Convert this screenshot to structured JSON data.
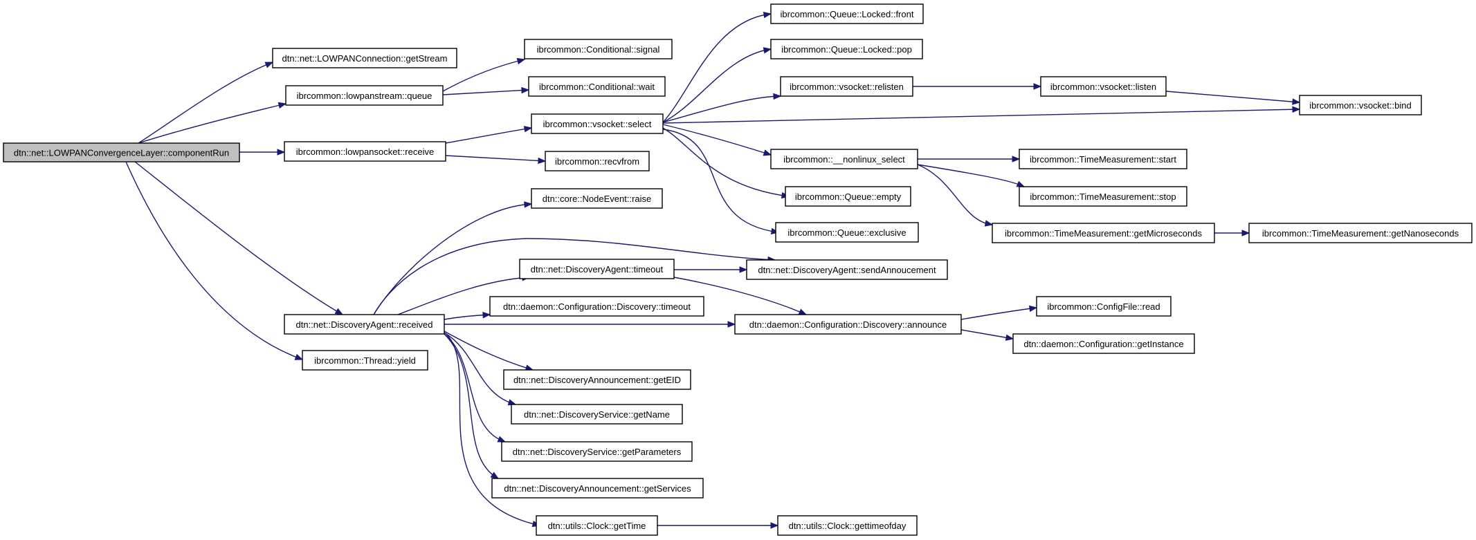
{
  "nodes": [
    {
      "id": "componentRun",
      "label": "dtn::net::LOWPANConvergenceLayer::componentRun",
      "root": true
    },
    {
      "id": "getStream",
      "label": "dtn::net::LOWPANConnection::getStream"
    },
    {
      "id": "queue",
      "label": "ibrcommon::lowpanstream::queue"
    },
    {
      "id": "receive",
      "label": "ibrcommon::lowpansocket::receive"
    },
    {
      "id": "received",
      "label": "dtn::net::DiscoveryAgent::received"
    },
    {
      "id": "yield",
      "label": "ibrcommon::Thread::yield"
    },
    {
      "id": "cond_signal",
      "label": "ibrcommon::Conditional::signal"
    },
    {
      "id": "cond_wait",
      "label": "ibrcommon::Conditional::wait"
    },
    {
      "id": "select",
      "label": "ibrcommon::vsocket::select"
    },
    {
      "id": "recvfrom",
      "label": "ibrcommon::recvfrom"
    },
    {
      "id": "raise",
      "label": "dtn::core::NodeEvent::raise"
    },
    {
      "id": "da_timeout",
      "label": "dtn::net::DiscoveryAgent::timeout"
    },
    {
      "id": "cfg_timeout",
      "label": "dtn::daemon::Configuration::Discovery::timeout"
    },
    {
      "id": "getEID",
      "label": "dtn::net::DiscoveryAnnouncement::getEID"
    },
    {
      "id": "getName",
      "label": "dtn::net::DiscoveryService::getName"
    },
    {
      "id": "getParameters",
      "label": "dtn::net::DiscoveryService::getParameters"
    },
    {
      "id": "getServices",
      "label": "dtn::net::DiscoveryAnnouncement::getServices"
    },
    {
      "id": "getTime",
      "label": "dtn::utils::Clock::getTime"
    },
    {
      "id": "front",
      "label": "ibrcommon::Queue::Locked::front"
    },
    {
      "id": "pop",
      "label": "ibrcommon::Queue::Locked::pop"
    },
    {
      "id": "relisten",
      "label": "ibrcommon::vsocket::relisten"
    },
    {
      "id": "nonlinux_select",
      "label": "ibrcommon::__nonlinux_select"
    },
    {
      "id": "q_empty",
      "label": "ibrcommon::Queue::empty"
    },
    {
      "id": "q_exclusive",
      "label": "ibrcommon::Queue::exclusive"
    },
    {
      "id": "sendAnnoucement",
      "label": "dtn::net::DiscoveryAgent::sendAnnoucement"
    },
    {
      "id": "announce",
      "label": "dtn::daemon::Configuration::Discovery::announce"
    },
    {
      "id": "gettimeofday",
      "label": "dtn::utils::Clock::gettimeofday"
    },
    {
      "id": "listen",
      "label": "ibrcommon::vsocket::listen"
    },
    {
      "id": "tm_start",
      "label": "ibrcommon::TimeMeasurement::start"
    },
    {
      "id": "tm_stop",
      "label": "ibrcommon::TimeMeasurement::stop"
    },
    {
      "id": "getMicroseconds",
      "label": "ibrcommon::TimeMeasurement::getMicroseconds"
    },
    {
      "id": "cf_read",
      "label": "ibrcommon::ConfigFile::read"
    },
    {
      "id": "getInstance",
      "label": "dtn::daemon::Configuration::getInstance"
    },
    {
      "id": "bind",
      "label": "ibrcommon::vsocket::bind"
    },
    {
      "id": "getNanoseconds",
      "label": "ibrcommon::TimeMeasurement::getNanoseconds"
    }
  ],
  "edges": [
    [
      "componentRun",
      "getStream"
    ],
    [
      "componentRun",
      "queue"
    ],
    [
      "componentRun",
      "receive"
    ],
    [
      "componentRun",
      "received"
    ],
    [
      "componentRun",
      "yield"
    ],
    [
      "queue",
      "cond_signal"
    ],
    [
      "queue",
      "cond_wait"
    ],
    [
      "receive",
      "select"
    ],
    [
      "receive",
      "recvfrom"
    ],
    [
      "received",
      "raise"
    ],
    [
      "received",
      "da_timeout"
    ],
    [
      "received",
      "cfg_timeout"
    ],
    [
      "received",
      "getEID"
    ],
    [
      "received",
      "getName"
    ],
    [
      "received",
      "getParameters"
    ],
    [
      "received",
      "getServices"
    ],
    [
      "received",
      "getTime"
    ],
    [
      "received",
      "sendAnnoucement"
    ],
    [
      "received",
      "announce"
    ],
    [
      "select",
      "front"
    ],
    [
      "select",
      "pop"
    ],
    [
      "select",
      "relisten"
    ],
    [
      "select",
      "bind"
    ],
    [
      "select",
      "nonlinux_select"
    ],
    [
      "select",
      "q_empty"
    ],
    [
      "select",
      "q_exclusive"
    ],
    [
      "da_timeout",
      "sendAnnoucement"
    ],
    [
      "da_timeout",
      "announce"
    ],
    [
      "getTime",
      "gettimeofday"
    ],
    [
      "relisten",
      "listen"
    ],
    [
      "listen",
      "bind"
    ],
    [
      "nonlinux_select",
      "tm_start"
    ],
    [
      "nonlinux_select",
      "tm_stop"
    ],
    [
      "nonlinux_select",
      "getMicroseconds"
    ],
    [
      "announce",
      "cf_read"
    ],
    [
      "announce",
      "getInstance"
    ],
    [
      "getMicroseconds",
      "getNanoseconds"
    ]
  ]
}
